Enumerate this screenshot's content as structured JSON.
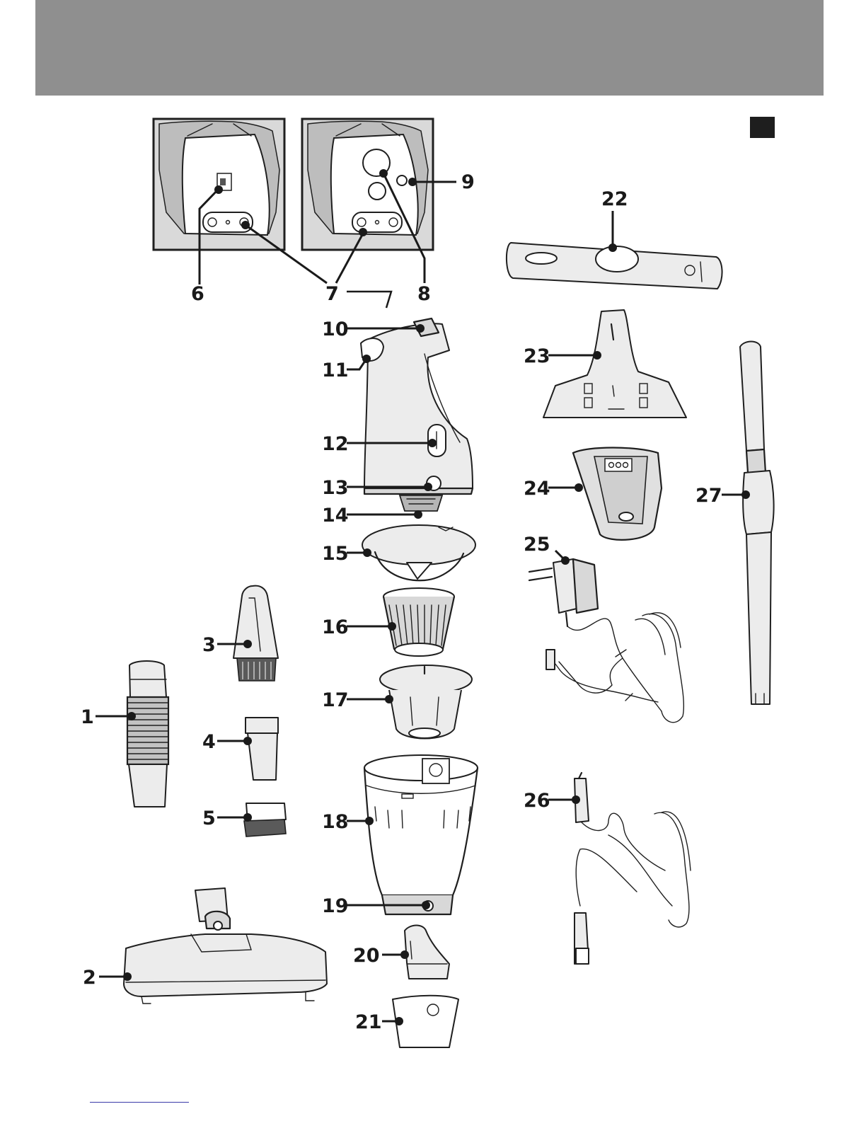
{
  "colors": {
    "header_band": "#8f8f8f",
    "language_marker": "#1e1e1e",
    "footer_rule": "#3a3aa8",
    "ink": "#1a1a1a"
  },
  "labels": {
    "l1": "1",
    "l2": "2",
    "l3": "3",
    "l4": "4",
    "l5": "5",
    "l6": "6",
    "l7": "7",
    "l8": "8",
    "l9": "9",
    "l10": "10",
    "l11": "11",
    "l12": "12",
    "l13": "13",
    "l14": "14",
    "l15": "15",
    "l16": "16",
    "l17": "17",
    "l18": "18",
    "l19": "19",
    "l20": "20",
    "l21": "21",
    "l22": "22",
    "l23": "23",
    "l24": "24",
    "l25": "25",
    "l26": "26",
    "l27": "27"
  }
}
